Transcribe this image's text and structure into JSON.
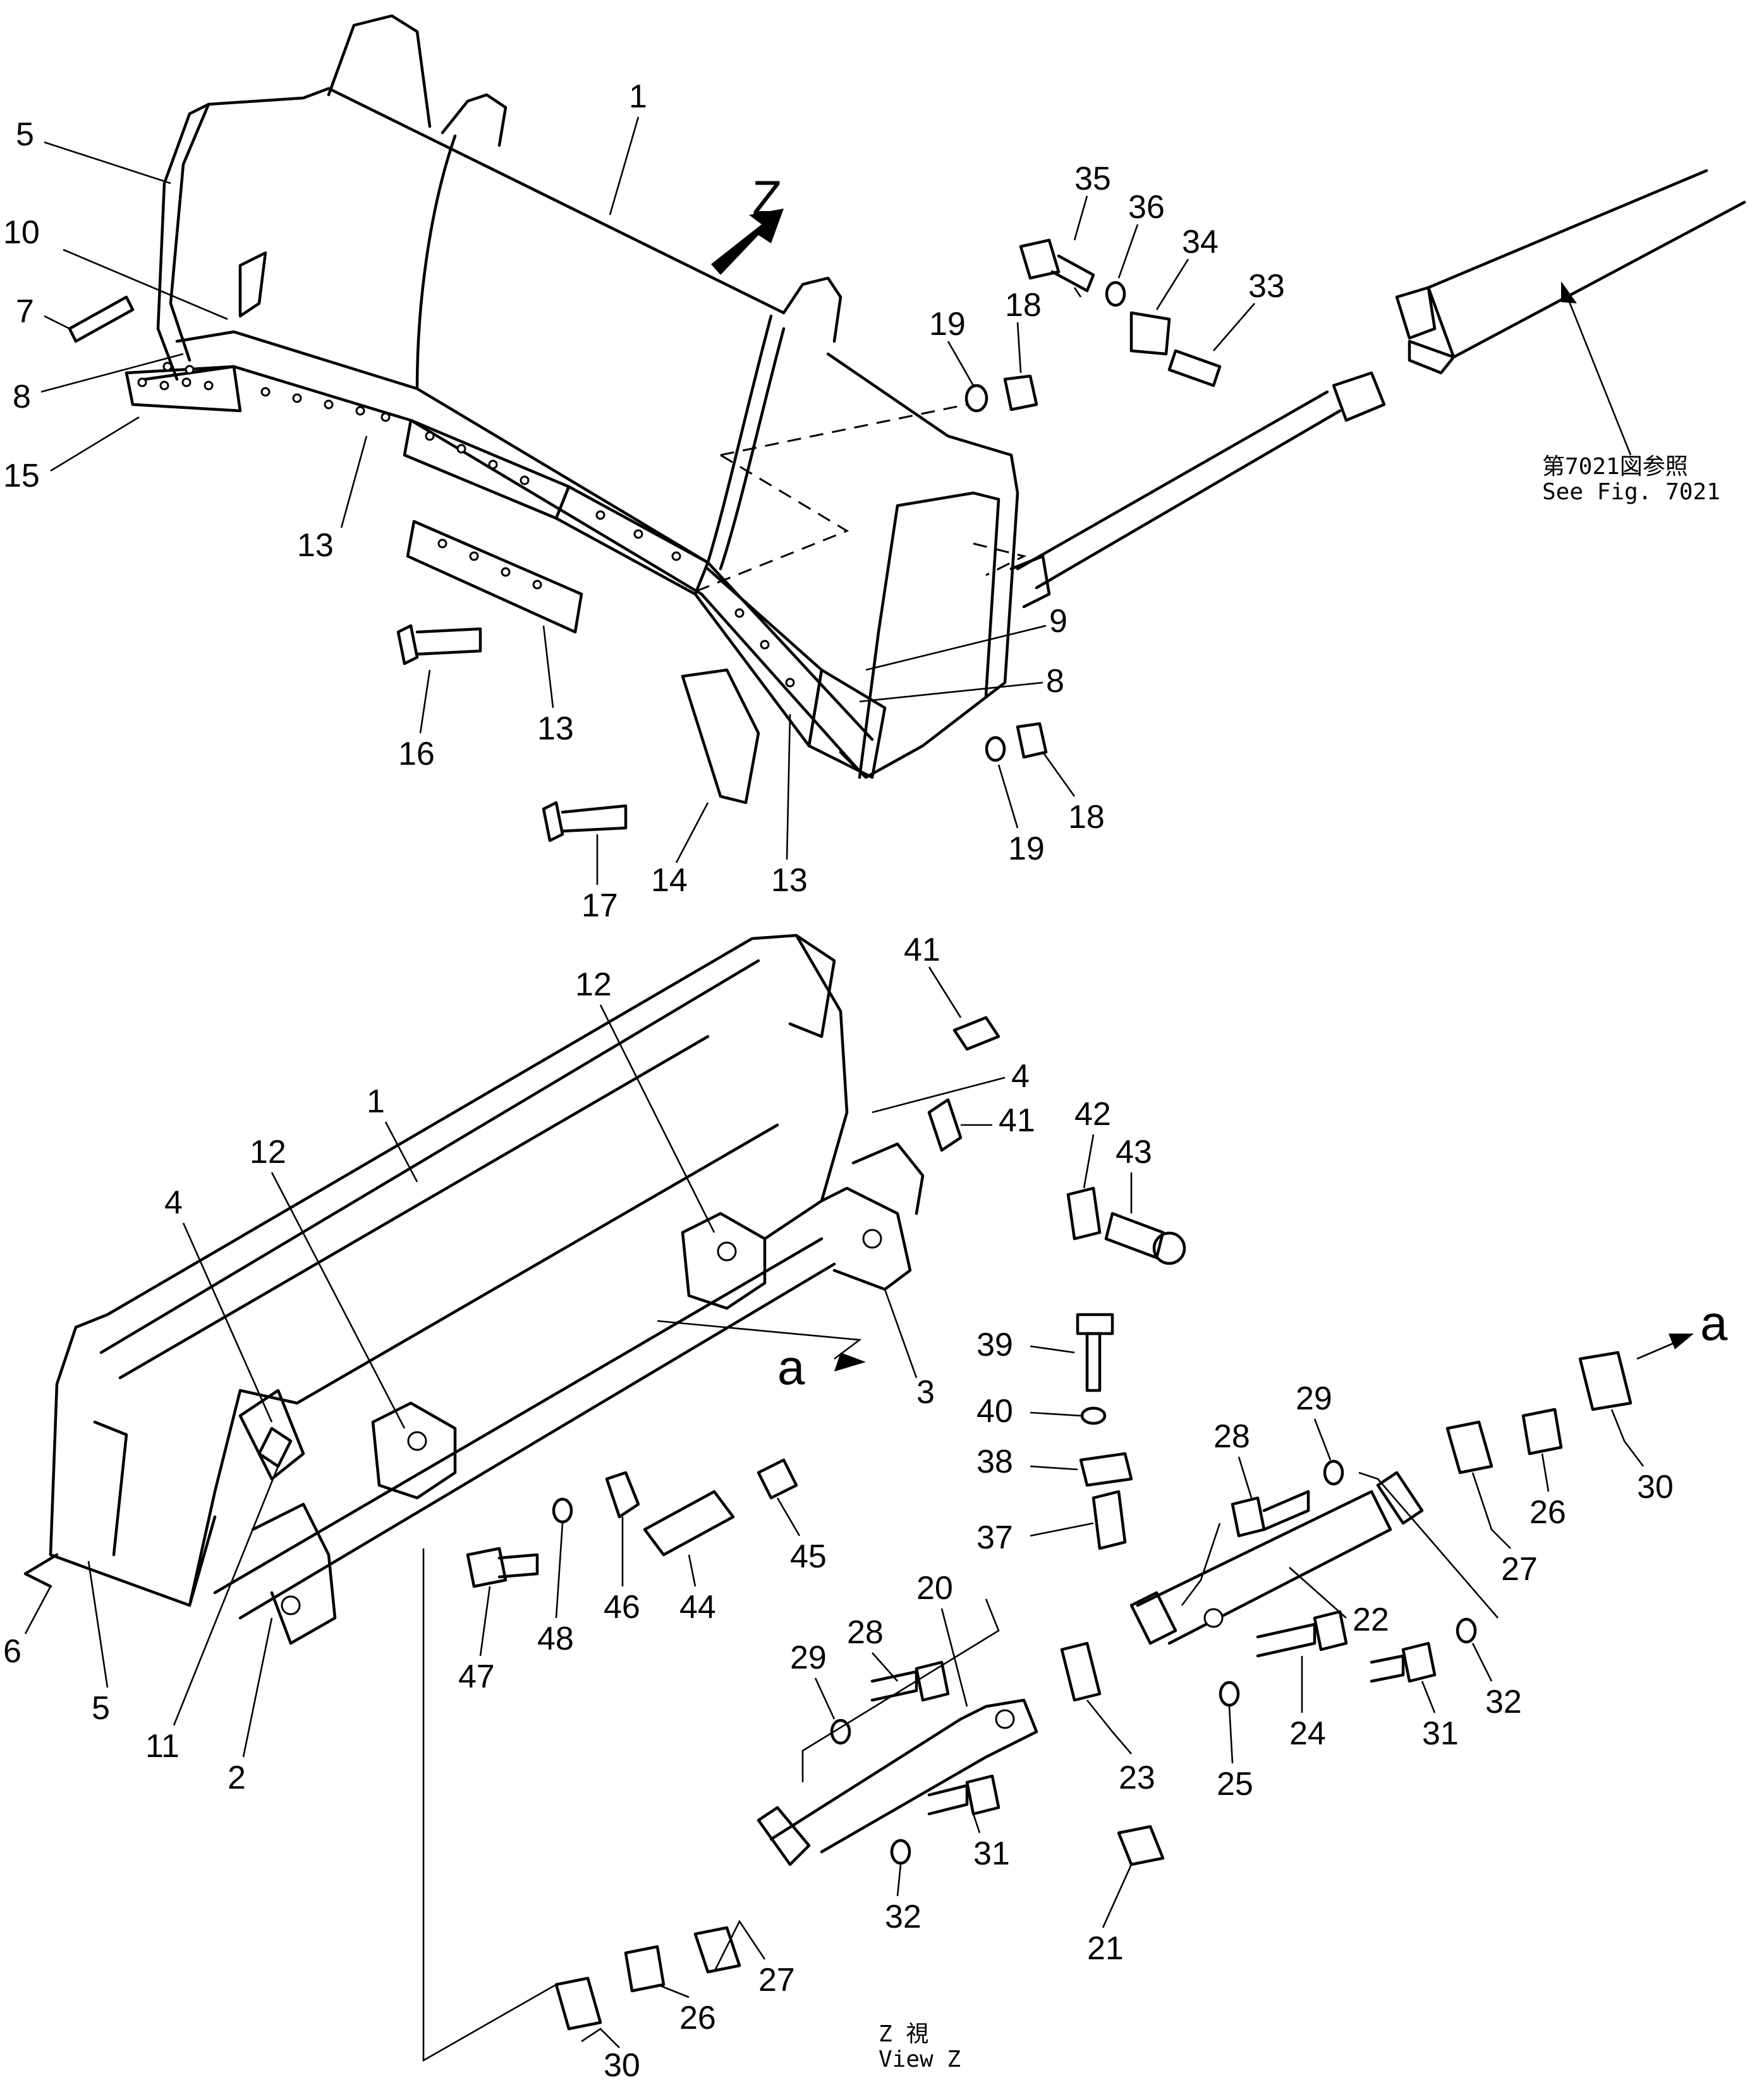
{
  "view_marker": "Z",
  "section_marker": "a",
  "reference_note": {
    "line_ja": "第7021図参照",
    "line_en": "See Fig. 7021"
  },
  "view_caption": {
    "line_ja": "Z 視",
    "line_en": "View Z"
  },
  "callouts": [
    "1",
    "5",
    "10",
    "7",
    "8",
    "15",
    "13",
    "16",
    "13",
    "17",
    "14",
    "13",
    "9",
    "8",
    "19",
    "18",
    "19",
    "18",
    "35",
    "36",
    "34",
    "33",
    "41",
    "4",
    "41",
    "12",
    "1",
    "12",
    "4",
    "42",
    "43",
    "3",
    "39",
    "40",
    "38",
    "37",
    "29",
    "28",
    "6",
    "5",
    "11",
    "2",
    "47",
    "48",
    "46",
    "44",
    "45",
    "20",
    "28",
    "29",
    "22",
    "27",
    "26",
    "30",
    "23",
    "24",
    "25",
    "31",
    "32",
    "31",
    "32",
    "21",
    "27",
    "26",
    "30"
  ]
}
